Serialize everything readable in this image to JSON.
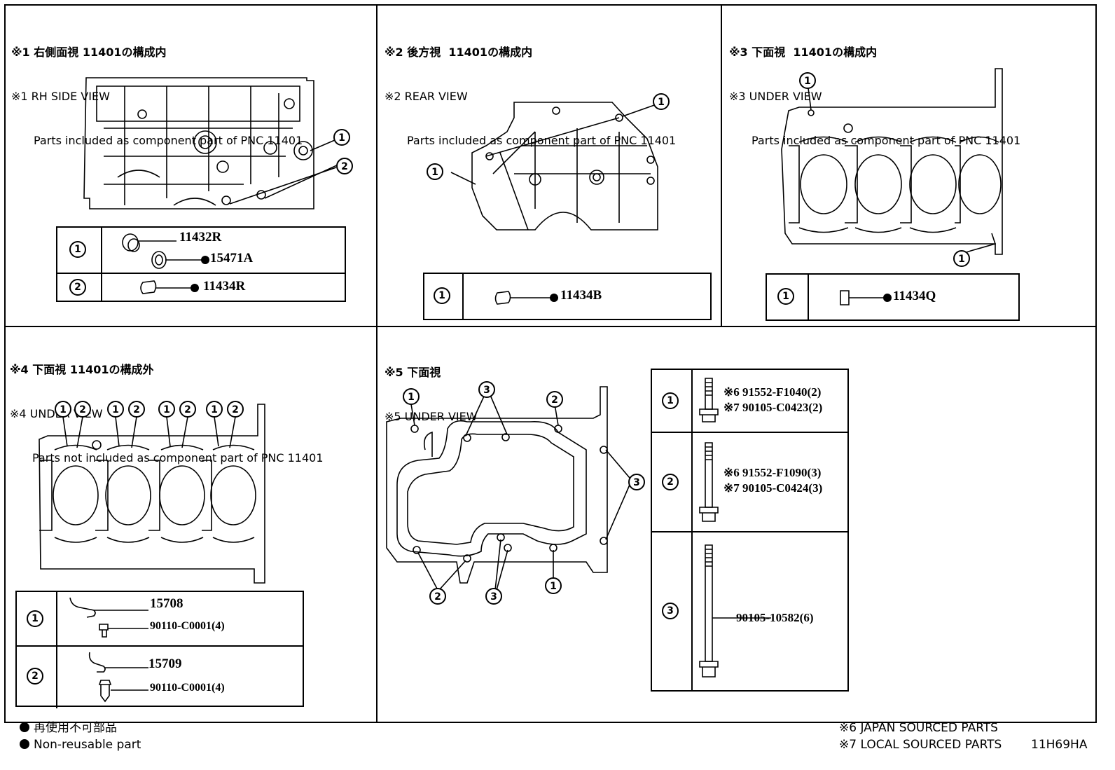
{
  "panels": [
    {
      "header": [
        "※1 右側面視 11401の構成内",
        "※1 RH SIDE VIEW",
        "Parts included as component part of PNC 11401"
      ]
    },
    {
      "header": [
        "※2 後方視  11401の構成内",
        "※2 REAR VIEW",
        "Parts included as component part of PNC 11401"
      ]
    },
    {
      "header": [
        "※3 下面視  11401の構成内",
        "※3 UNDER VIEW",
        "Parts included as component part of PNC 11401"
      ]
    },
    {
      "header": [
        "※4 下面視 11401の構成外",
        "※4 UNDER VIEW",
        "Parts not included as component part of PNC 11401"
      ]
    },
    {
      "header": [
        "※5 下面視",
        "※5 UNDER VIEW"
      ]
    }
  ],
  "callouts": {
    "one": "1",
    "two": "2",
    "three": "3"
  },
  "parts": {
    "p1_r1_a": "11432R",
    "p1_r1_b": "15471A",
    "p1_r2": "11434R",
    "p2_r1": "11434B",
    "p3_r1": "11434Q",
    "p4_r1_a": "15708",
    "p4_r1_b": "90110-C0001(4)",
    "p4_r2_a": "15709",
    "p4_r2_b": "90110-C0001(4)",
    "p5_r1_a": "※6 91552-F1040(2)",
    "p5_r1_b": "※7 90105-C0423(2)",
    "p5_r2_a": "※6 91552-F1090(3)",
    "p5_r2_b": "※7 90105-C0424(3)",
    "p5_r3": "90105-10582(6)"
  },
  "legend": {
    "jp": "再使用不可部品",
    "en": "Non-reusable part",
    "src6": "※6 JAPAN SOURCED PARTS",
    "src7": "※7 LOCAL SOURCED PARTS",
    "code": "11H69HA"
  },
  "icons": {
    "bullet": "filled-circle-icon"
  }
}
